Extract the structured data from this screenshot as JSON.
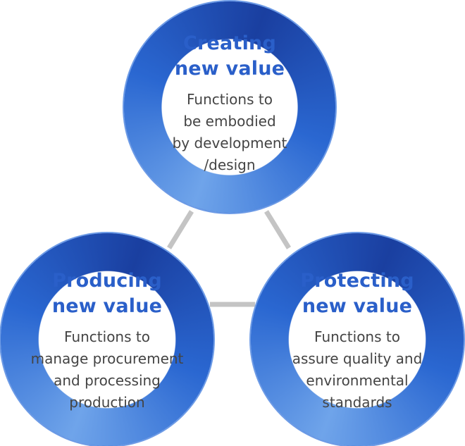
{
  "diagram": {
    "nodes": [
      {
        "id": "creating",
        "title": "Creating\nnew value",
        "description": "Functions to\nbe  embodied\nby development\n/design"
      },
      {
        "id": "producing",
        "title": "Producing\nnew value",
        "description": "Functions to\nmanage procurement\nand processing\nproduction"
      },
      {
        "id": "protecting",
        "title": "Protecting\nnew value",
        "description": "Functions to\nassure quality and\nenvironmental\nstandards"
      }
    ],
    "colors": {
      "ring": "#2a67d1",
      "title": "#2a5fc9",
      "text": "#444444",
      "connector": "#c4c4c4"
    }
  }
}
